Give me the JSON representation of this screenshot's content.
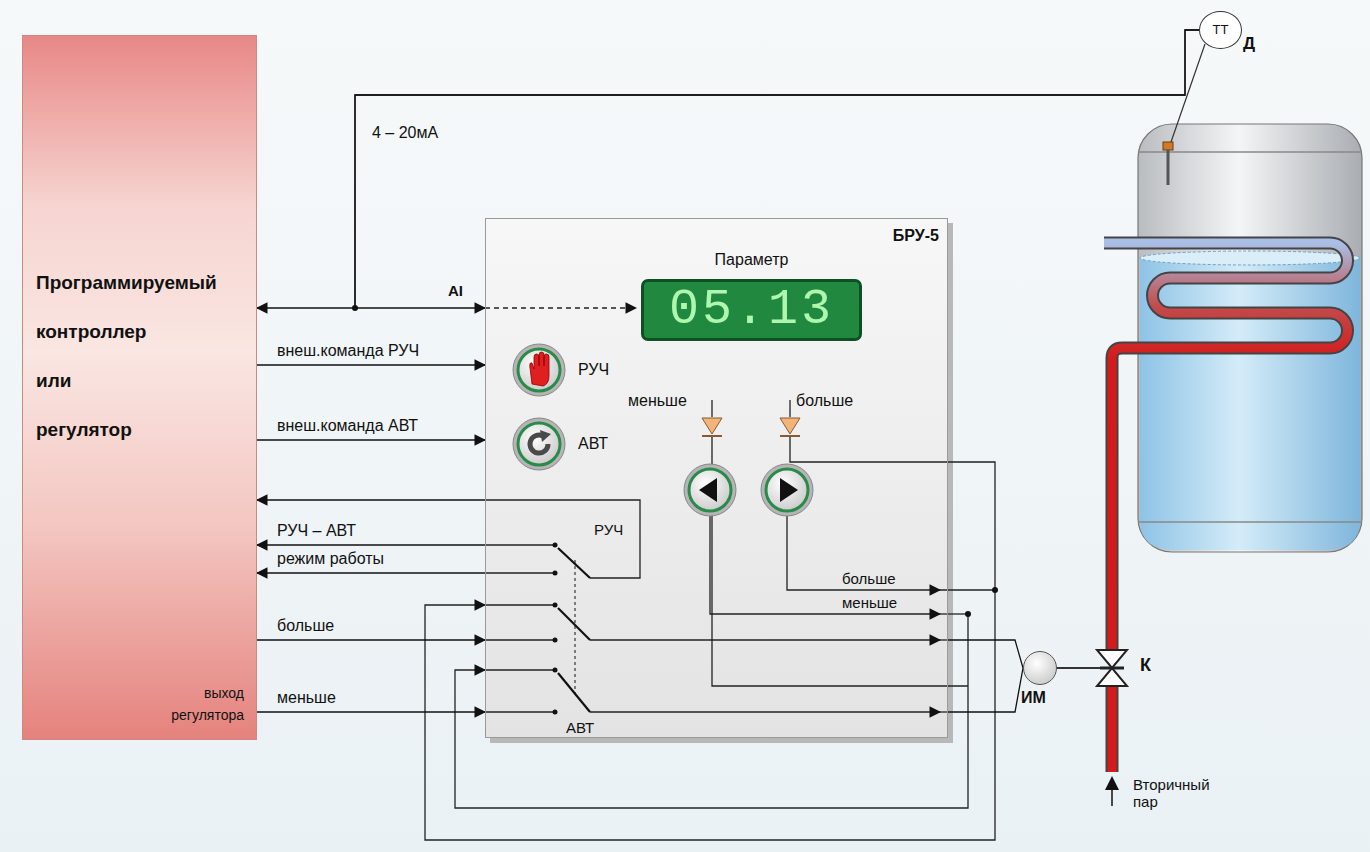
{
  "diagram": {
    "nodes": [
      {
        "text": [
          "Программируемый контроллер или регулятор",
          "выход регулятора"
        ]
      },
      {
        "text": [
          "БРУ-5"
        ]
      },
      {
        "text": [
          "Параметр",
          "05.13"
        ],
        "in": 1
      },
      {
        "text": [
          "ТТ",
          "Д"
        ]
      },
      {
        "text": [
          "ИМ"
        ]
      }
    ],
    "edges": [
      {
        "from": 3,
        "to": 0,
        "label": "4 – 20мА",
        "arrow": "to"
      },
      {
        "from": 3,
        "to": 1,
        "arrow": "to"
      },
      {
        "from": 0,
        "to": 1,
        "label": "внеш.команда РУЧ",
        "arrow": "to"
      },
      {
        "from": 0,
        "to": 1,
        "label": "внеш.команда АВТ",
        "arrow": "to"
      },
      {
        "from": 1,
        "to": 0,
        "arrow": "to"
      },
      {
        "from": 1,
        "to": 0,
        "label": "РУЧ – АВТ",
        "arrow": "to"
      },
      {
        "from": 1,
        "to": 0,
        "label": "режим работы",
        "arrow": "to"
      },
      {
        "from": 0,
        "to": 1,
        "label": "больше",
        "arrow": "to"
      },
      {
        "from": 0,
        "to": 1,
        "label": "меньше",
        "arrow": "to"
      },
      {
        "from": 1,
        "to": 4,
        "arrow": "none"
      },
      {
        "from": 1,
        "to": 4,
        "arrow": "none"
      }
    ],
    "labels": [
      "AI",
      "РУЧ",
      "АВТ",
      "меньше",
      "больше",
      "больше",
      "меньше",
      "РУЧ",
      "АВТ",
      "К",
      "Вторичный пар"
    ]
  }
}
